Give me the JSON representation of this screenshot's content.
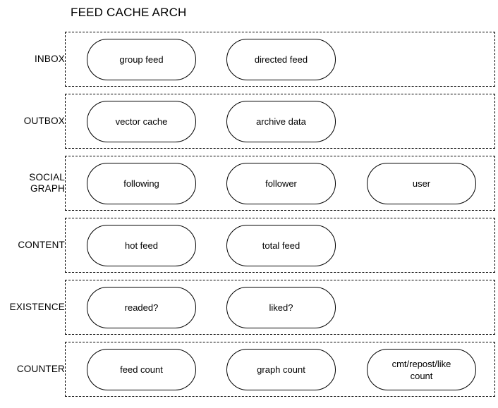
{
  "diagram": {
    "title": "FEED CACHE ARCH",
    "style": {
      "container_border": "#000000",
      "container_border_style": "dashed",
      "node_border": "#000000",
      "background": "#ffffff",
      "text_color": "#000000"
    },
    "rows": [
      {
        "label": "INBOX",
        "nodes": [
          {
            "label": "group feed"
          },
          {
            "label": "directed feed"
          }
        ]
      },
      {
        "label": "OUTBOX",
        "nodes": [
          {
            "label": "vector cache"
          },
          {
            "label": "archive data"
          }
        ]
      },
      {
        "label": "SOCIAL\nGRAPH",
        "nodes": [
          {
            "label": "following"
          },
          {
            "label": "follower"
          },
          {
            "label": "user"
          }
        ]
      },
      {
        "label": "CONTENT",
        "nodes": [
          {
            "label": "hot feed"
          },
          {
            "label": "total feed"
          }
        ]
      },
      {
        "label": "EXISTENCE",
        "nodes": [
          {
            "label": "readed?"
          },
          {
            "label": "liked?"
          }
        ]
      },
      {
        "label": "COUNTER",
        "nodes": [
          {
            "label": "feed count"
          },
          {
            "label": "graph count"
          },
          {
            "label": "cmt/repost/like\ncount"
          }
        ]
      }
    ]
  }
}
